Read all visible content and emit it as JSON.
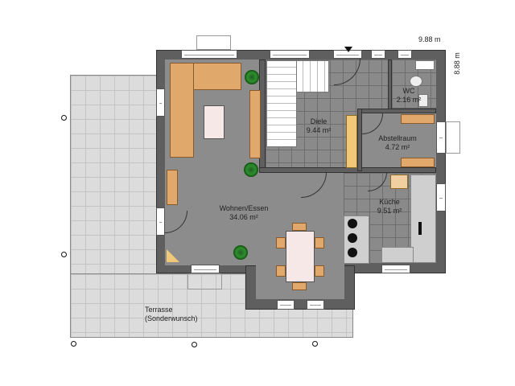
{
  "dimensions": {
    "width": "9.88 m",
    "depth": "8.88 m"
  },
  "rooms": [
    {
      "name": "Wohnen/Essen",
      "area": "34.06 m²"
    },
    {
      "name": "Diele",
      "area": "9.44 m²"
    },
    {
      "name": "WC",
      "area": "2.16 m²"
    },
    {
      "name": "Abstellraum",
      "area": "4.72 m²"
    },
    {
      "name": "Küche",
      "area": "9.51 m²"
    }
  ],
  "terrace": {
    "name": "Terrasse",
    "note": "(Sonderwunsch)"
  },
  "colors": {
    "wall": "#5f5f5f",
    "floor": "#8c8c8c",
    "furniture_wood": "#e0a86a",
    "plant": "#2f8f2f",
    "terrace": "#dcdcdc"
  },
  "icons": [
    "plant-icon",
    "stove-burner-icon",
    "entrance-arrow-icon",
    "pillar-marker-icon"
  ]
}
